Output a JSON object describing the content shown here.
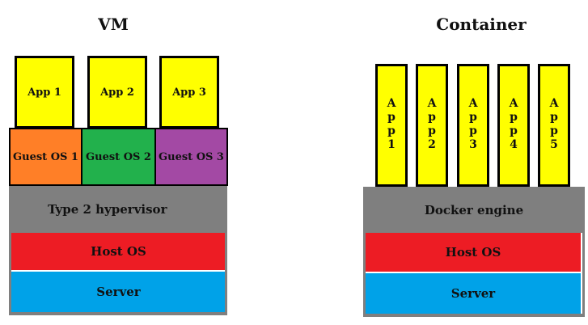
{
  "vm": {
    "title": "VM",
    "apps": [
      "App 1",
      "App 2",
      "App 3"
    ],
    "guests": [
      {
        "label": "Guest OS 1",
        "color": "#ff7f27"
      },
      {
        "label": "Guest OS 2",
        "color": "#22b14c"
      },
      {
        "label": "Guest OS 3",
        "color": "#a349a4"
      }
    ],
    "hypervisor": "Type 2 hypervisor",
    "host_os": "Host OS",
    "server": "Server"
  },
  "container": {
    "title": "Container",
    "apps": [
      "App1",
      "App2",
      "App3",
      "App4",
      "App5"
    ],
    "engine": "Docker engine",
    "host_os": "Host OS",
    "server": "Server"
  },
  "colors": {
    "app": "#ffff00",
    "hypervisor": "#7f7f7f",
    "host_os": "#ed1c24",
    "server": "#00a2e8"
  }
}
